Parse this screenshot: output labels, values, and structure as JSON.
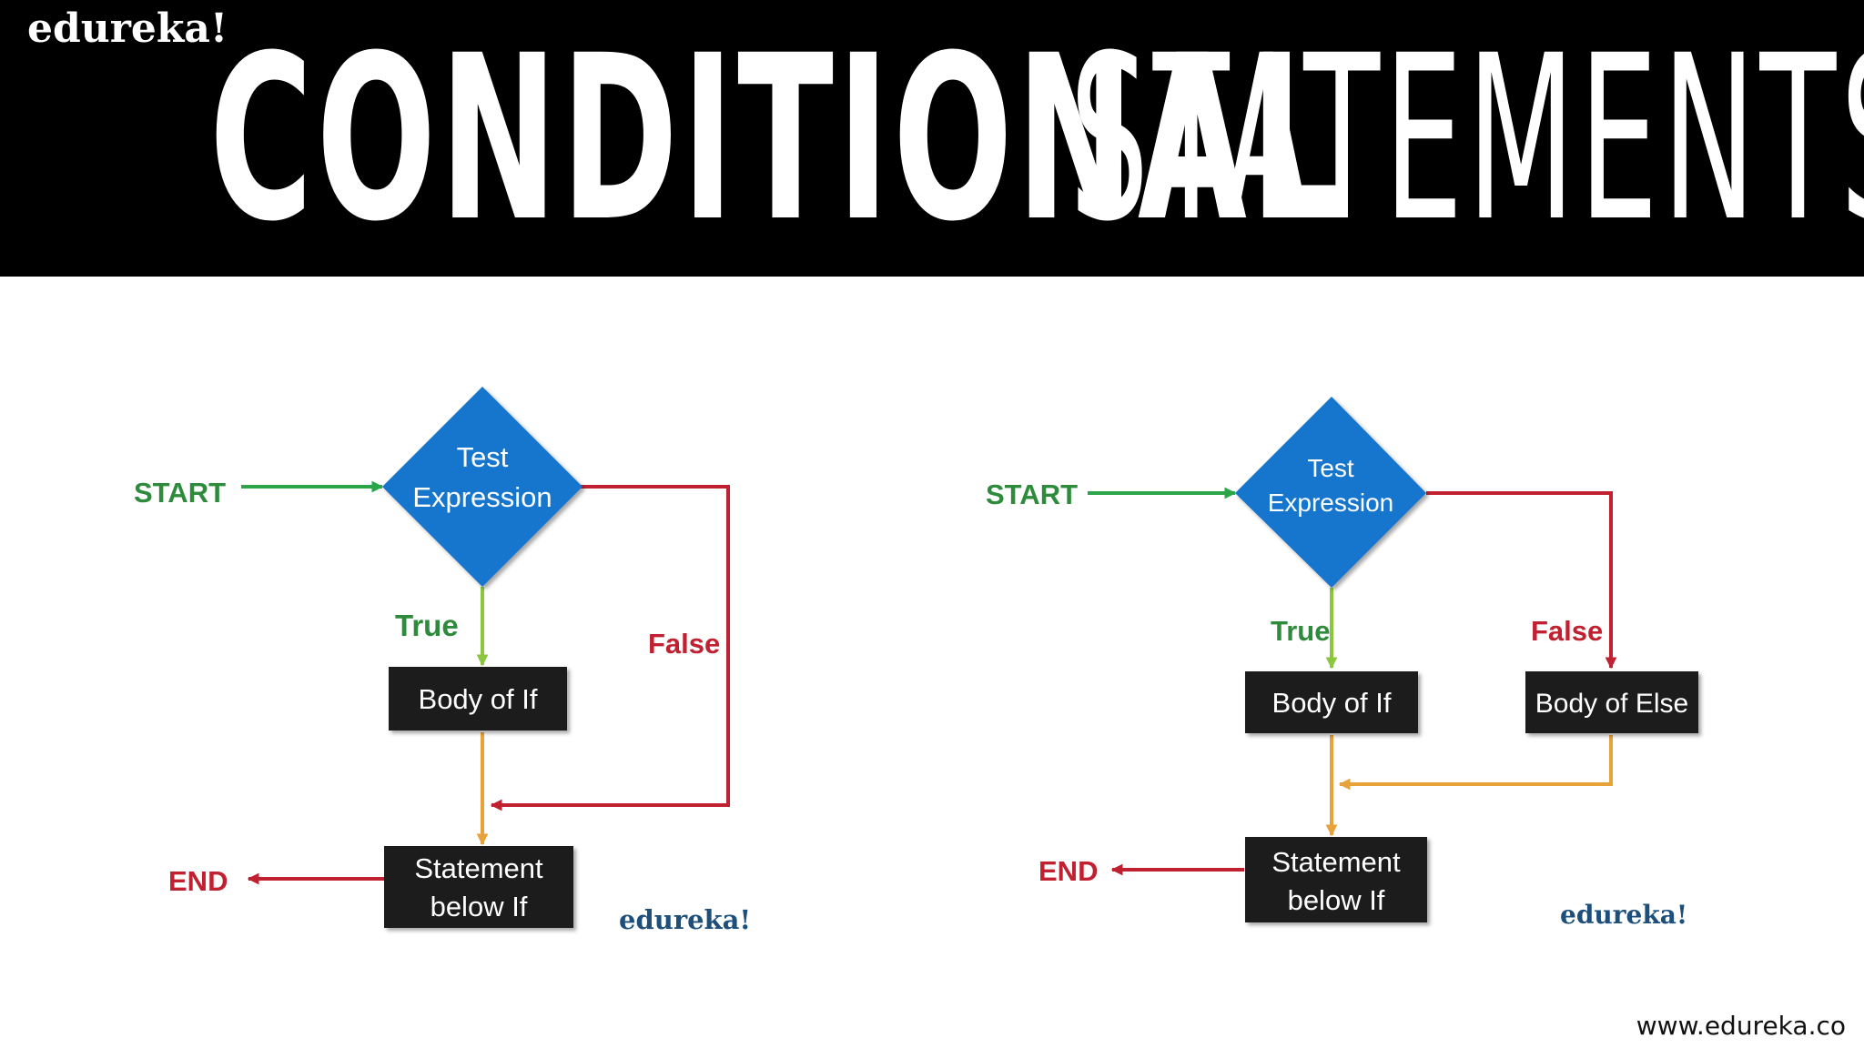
{
  "header": {
    "brand": "edureka!",
    "title_part1": "CONDITIONAL",
    "title_part2": "STATEMENTS"
  },
  "colors": {
    "start_green": "#2e8b3c",
    "arrow_green": "#2aa548",
    "true_arrow": "#8cc63f",
    "false_red": "#c0202f",
    "merge_orange": "#e8a23a",
    "diamond_blue": "#1874cd",
    "box_fill": "#1b1b1b",
    "watermark_blue": "#1e4f7a"
  },
  "diagrams": [
    {
      "start_label": "START",
      "decision_line1": "Test",
      "decision_line2": "Expression",
      "true_label": "True",
      "false_label": "False",
      "if_body": "Body of If",
      "statement_line1": "Statement",
      "statement_line2": "below If",
      "end_label": "END",
      "watermark": "edureka!"
    },
    {
      "start_label": "START",
      "decision_line1": "Test",
      "decision_line2": "Expression",
      "true_label": "True",
      "false_label": "False",
      "if_body": "Body of If",
      "else_body": "Body of Else",
      "statement_line1": "Statement",
      "statement_line2": "below If",
      "end_label": "END",
      "watermark": "edureka!"
    }
  ],
  "footer": {
    "url": "www.edureka.co"
  }
}
